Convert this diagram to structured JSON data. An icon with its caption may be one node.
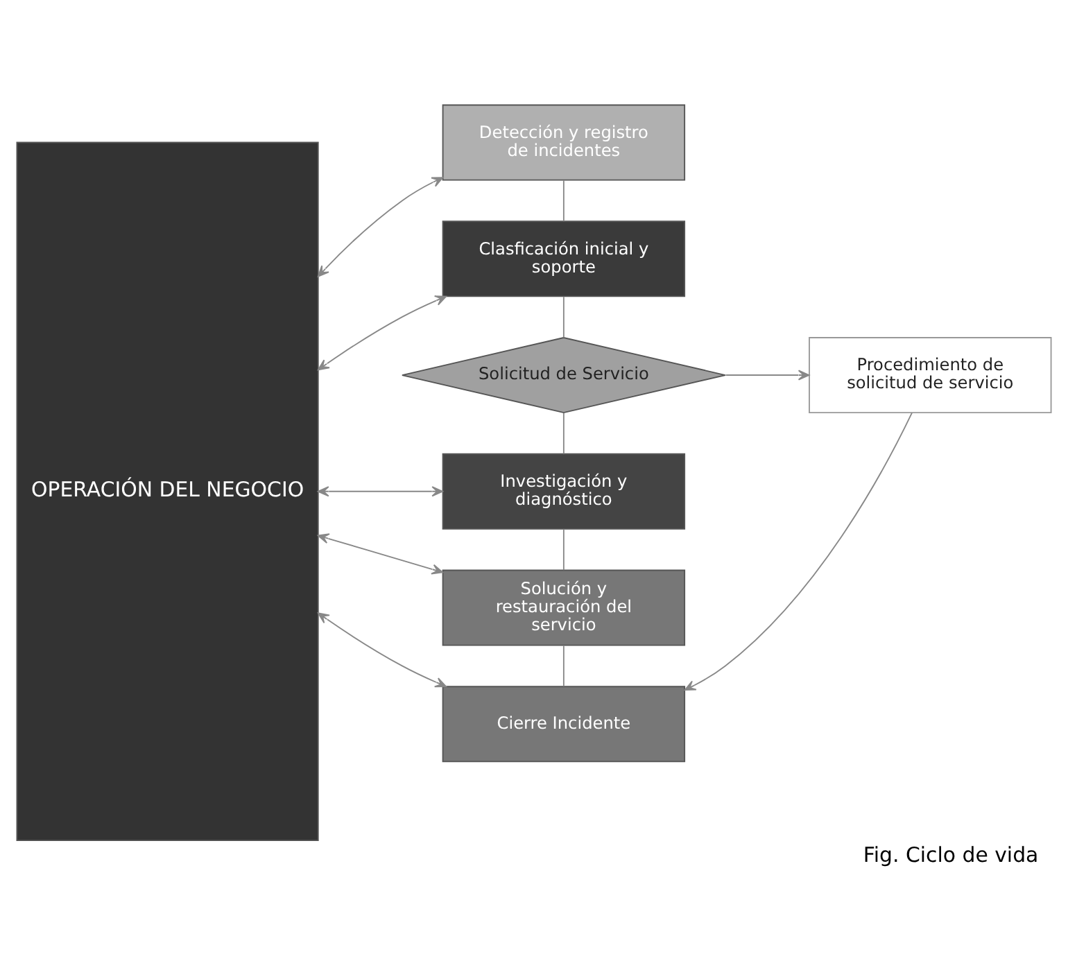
{
  "diagram": {
    "caption": "Fig. Ciclo de vida",
    "nodes": [
      {
        "text": [
          "OPERACIÓN DEL NEGOCIO"
        ]
      },
      {
        "text": [
          "Detección y registro de incidentes"
        ]
      },
      {
        "text": [
          "Clasficación inicial y soporte"
        ]
      },
      {
        "text": [
          "Solicitud de Servicio"
        ]
      },
      {
        "text": [
          "Procedimiento de solicitud de servicio"
        ]
      },
      {
        "text": [
          "Investigación y diagnóstico"
        ]
      },
      {
        "text": [
          "Solución y restauración del servicio"
        ]
      },
      {
        "text": [
          "Cierre Incidente"
        ]
      }
    ],
    "edges": [
      {
        "from": 0,
        "to": 1,
        "arrow": "both"
      },
      {
        "from": 0,
        "to": 2,
        "arrow": "both"
      },
      {
        "from": 0,
        "to": 5,
        "arrow": "both"
      },
      {
        "from": 0,
        "to": 6,
        "arrow": "both"
      },
      {
        "from": 0,
        "to": 7,
        "arrow": "both"
      },
      {
        "from": 1,
        "to": 2,
        "arrow": "none"
      },
      {
        "from": 2,
        "to": 3,
        "arrow": "none"
      },
      {
        "from": 3,
        "to": 4,
        "arrow": "to"
      },
      {
        "from": 3,
        "to": 5,
        "arrow": "none"
      },
      {
        "from": 5,
        "to": 6,
        "arrow": "none"
      },
      {
        "from": 6,
        "to": 7,
        "arrow": "none"
      },
      {
        "from": 4,
        "to": 7,
        "arrow": "to"
      }
    ]
  }
}
